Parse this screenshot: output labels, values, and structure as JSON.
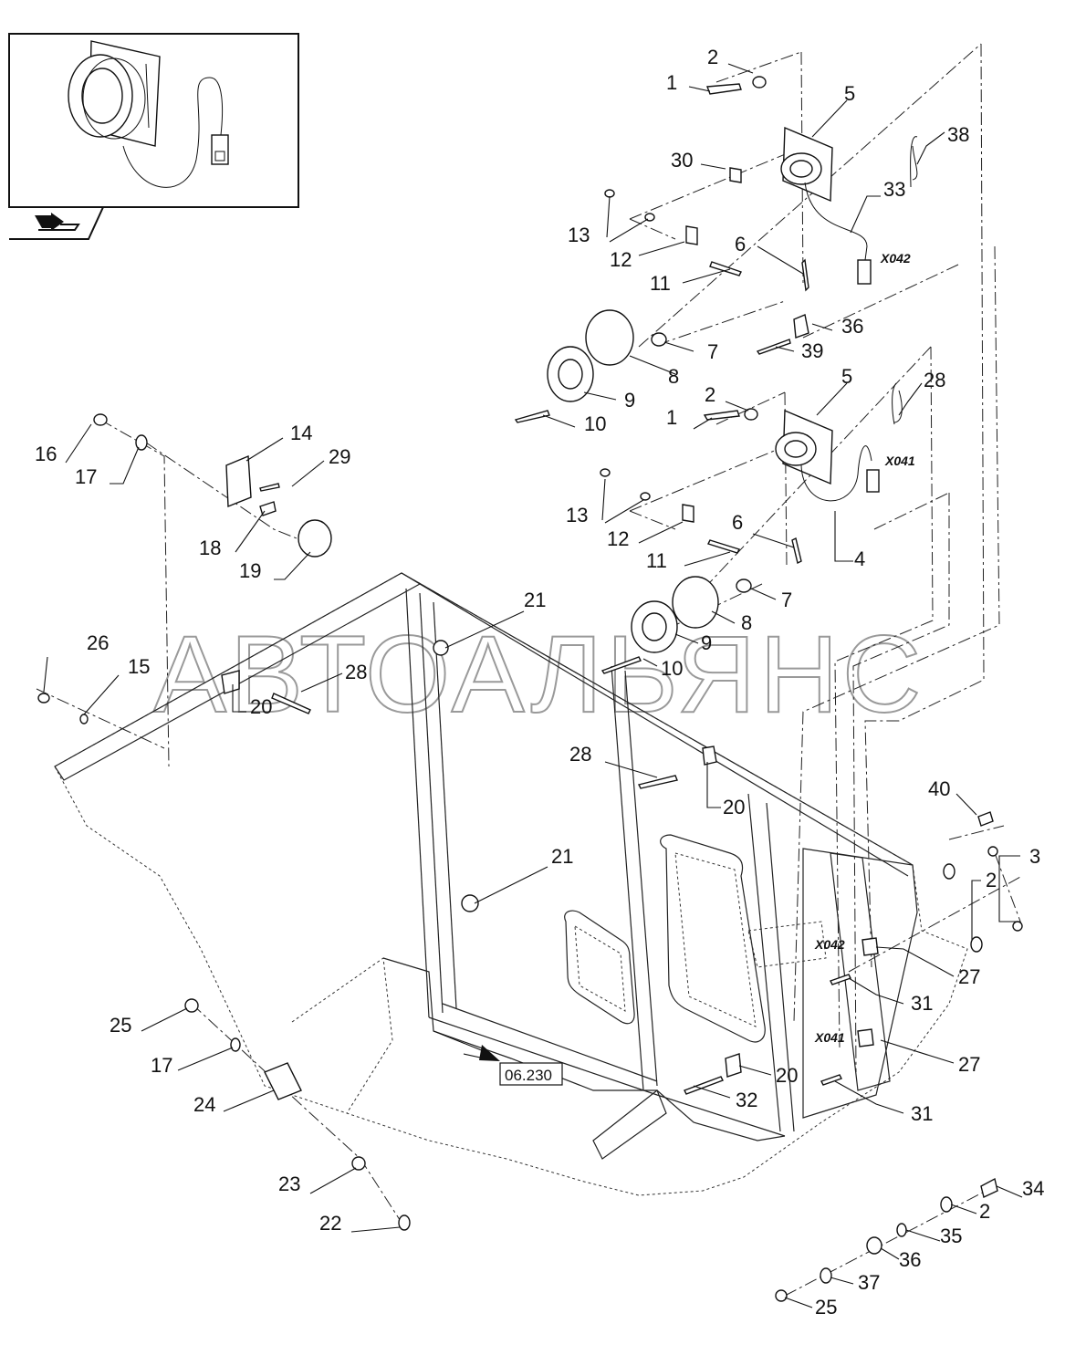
{
  "watermark": "АВТОАЛЬЯНС",
  "reference_box": "06.230",
  "connectors": {
    "upper": "X042",
    "lower": "X041",
    "cab_upper": "X042",
    "cab_lower": "X041"
  },
  "callouts": {
    "c1a": "1",
    "c2a": "2",
    "c5a": "5",
    "c30": "30",
    "c38": "38",
    "c33": "33",
    "c13a": "13",
    "c12a": "12",
    "c11a": "11",
    "c6a": "6",
    "c36a": "36",
    "c39": "39",
    "c7a": "7",
    "c8a": "8",
    "c9a": "9",
    "c10a": "10",
    "c1b": "1",
    "c2b": "2",
    "c5b": "5",
    "c28a": "28",
    "c13b": "13",
    "c12b": "12",
    "c11b": "11",
    "c6b": "6",
    "c4": "4",
    "c7b": "7",
    "c8b": "8",
    "c9b": "9",
    "c10b": "10",
    "c16": "16",
    "c17a": "17",
    "c14": "14",
    "c29": "29",
    "c18": "18",
    "c19": "19",
    "c21a": "21",
    "c26": "26",
    "c15": "15",
    "c28b": "28",
    "c20a": "20",
    "c28c": "28",
    "c20b": "20",
    "c40": "40",
    "c3": "3",
    "c2c": "2",
    "c21b": "21",
    "c27a": "27",
    "c31a": "31",
    "c25a": "25",
    "c17b": "17",
    "c24": "24",
    "c20c": "20",
    "c27b": "27",
    "c32": "32",
    "c31b": "31",
    "c23": "23",
    "c22": "22",
    "c34": "34",
    "c2d": "2",
    "c35": "35",
    "c36b": "36",
    "c37": "37",
    "c25b": "25"
  }
}
